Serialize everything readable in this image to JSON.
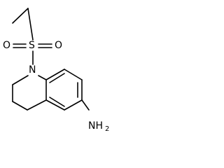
{
  "molecule": {
    "atoms": {
      "oxygen_left": "O",
      "sulfur": "S",
      "oxygen_right": "O",
      "nitrogen": "N",
      "amine_n": "NH",
      "amine_sub": "2"
    }
  }
}
